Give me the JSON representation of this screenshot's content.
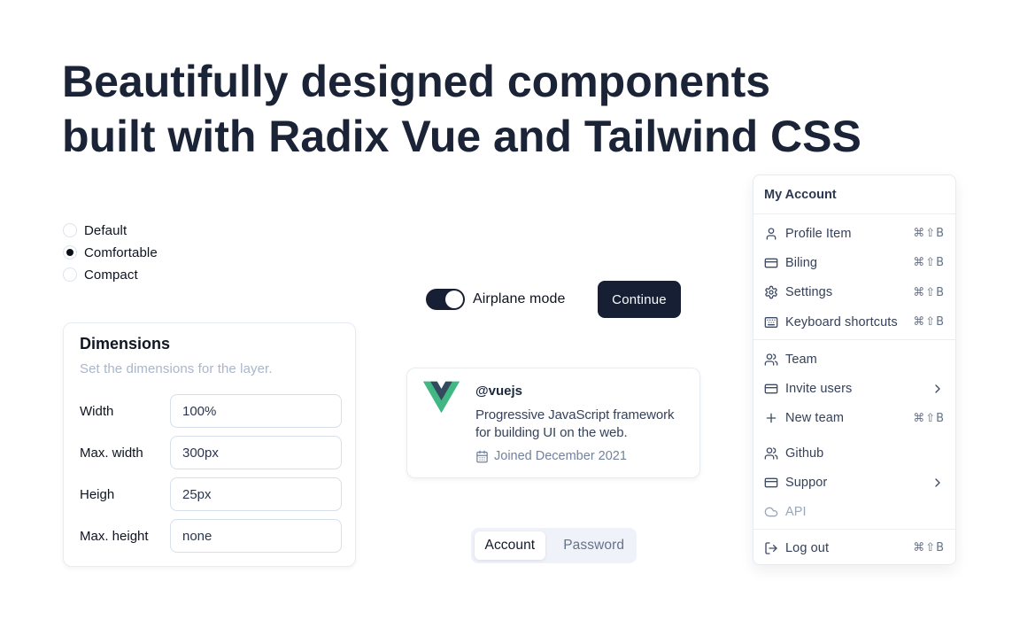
{
  "heading": {
    "line1": "Beautifully designed components",
    "line2": "built with Radix Vue and Tailwind CSS"
  },
  "radio_group": {
    "options": [
      {
        "label": "Default",
        "selected": false
      },
      {
        "label": "Comfortable",
        "selected": true
      },
      {
        "label": "Compact",
        "selected": false
      }
    ]
  },
  "dimensions_card": {
    "title": "Dimensions",
    "description": "Set the dimensions for the layer.",
    "fields": [
      {
        "label": "Width",
        "value": "100%"
      },
      {
        "label": "Max. width",
        "value": "300px"
      },
      {
        "label": "Heigh",
        "value": "25px"
      },
      {
        "label": "Max. height",
        "value": "none"
      }
    ]
  },
  "switch_row": {
    "label": "Airplane mode",
    "state": "on",
    "button_label": "Continue"
  },
  "profile_card": {
    "handle": "@vuejs",
    "description_line1": "Progressive JavaScript framework",
    "description_line2": "for building UI on the web.",
    "joined": "Joined December 2021",
    "logo": "vue-logo",
    "logo_green": "#41B883",
    "logo_dark": "#35495E"
  },
  "tabs": {
    "active": "Account",
    "items": [
      {
        "label": "Account"
      },
      {
        "label": "Password"
      }
    ]
  },
  "menu": {
    "label": "My Account",
    "sections": [
      {
        "items": [
          {
            "icon": "user-icon",
            "label": "Profile Item",
            "shortcut": "⌘⇧B"
          },
          {
            "icon": "credit-card-icon",
            "label": "Biling",
            "shortcut": "⌘⇧B"
          },
          {
            "icon": "settings-icon",
            "label": "Settings",
            "shortcut": "⌘⇧B"
          },
          {
            "icon": "keyboard-icon",
            "label": "Keyboard shortcuts",
            "shortcut": "⌘⇧B"
          }
        ]
      },
      {
        "items": [
          {
            "icon": "users-icon",
            "label": "Team"
          },
          {
            "icon": "credit-card-icon",
            "label": "Invite users",
            "submenu": true
          },
          {
            "icon": "plus-icon",
            "label": "New team",
            "shortcut": "⌘⇧B"
          }
        ]
      },
      {
        "items": [
          {
            "icon": "users-icon",
            "label": "Github"
          },
          {
            "icon": "credit-card-icon",
            "label": "Suppor",
            "submenu": true
          },
          {
            "icon": "cloud-icon",
            "label": "API",
            "disabled": true
          }
        ]
      },
      {
        "items": [
          {
            "icon": "log-out-icon",
            "label": "Log out",
            "shortcut": "⌘⇧B"
          }
        ]
      }
    ]
  },
  "colors": {
    "primary": "#161f33",
    "heading_text": "#1b2336",
    "muted_text": "#a9b6ca",
    "menu_text": "#35415a",
    "border": "#e7ecf3"
  }
}
